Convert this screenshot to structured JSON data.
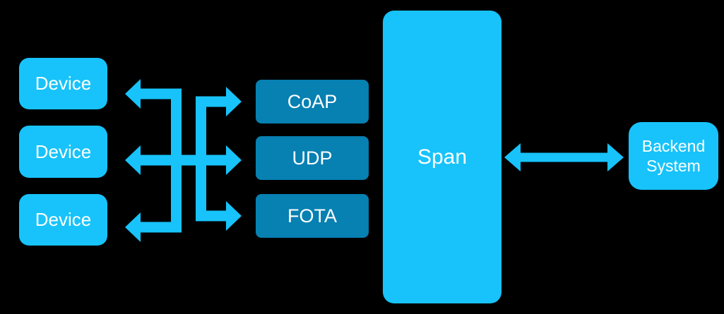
{
  "colors": {
    "background": "#000000",
    "cyan": "#17C3FA",
    "dark_blue": "#0780B2",
    "text": "#FFFFFF"
  },
  "devices": [
    {
      "label": "Device"
    },
    {
      "label": "Device"
    },
    {
      "label": "Device"
    }
  ],
  "protocols": [
    {
      "label": "CoAP"
    },
    {
      "label": "UDP"
    },
    {
      "label": "FOTA"
    }
  ],
  "span": {
    "label": "Span"
  },
  "backend": {
    "label": "Backend System"
  },
  "connections": [
    {
      "from": "Devices",
      "to": "CoAP / UDP / FOTA",
      "style": "crossed bidirectional arrow bus"
    },
    {
      "from": "Span",
      "to": "Backend System",
      "style": "double-headed arrow"
    }
  ]
}
